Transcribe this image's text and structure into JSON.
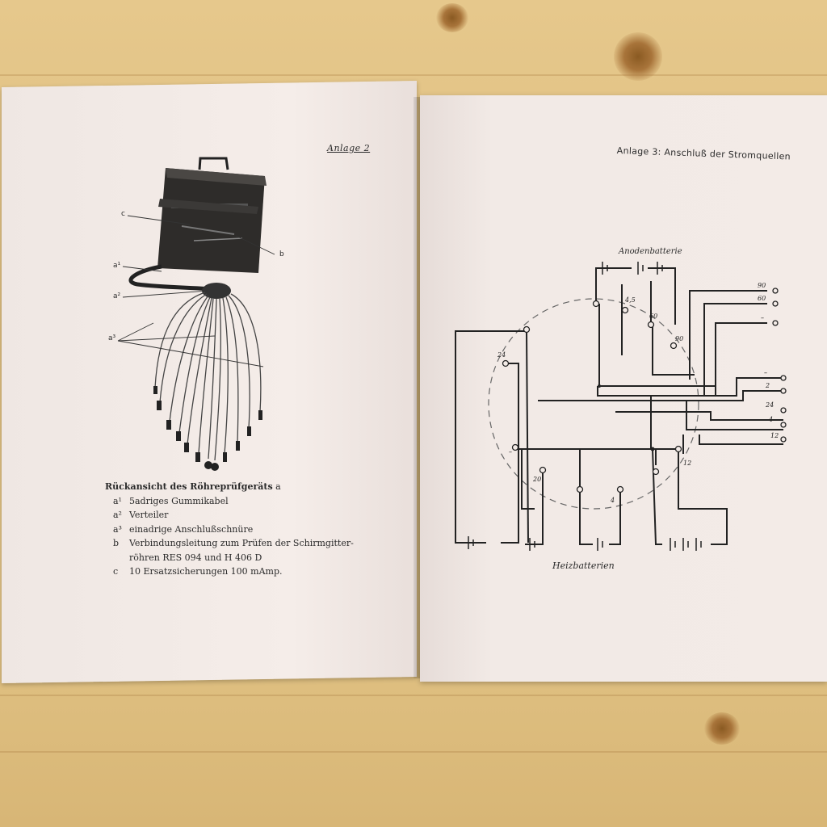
{
  "left_page": {
    "header": "Anlage 2",
    "callouts": {
      "c": "c",
      "b": "b",
      "a1": "a¹",
      "a2": "a²",
      "a3": "a³"
    },
    "caption": {
      "title": "Rückansicht des Röhreprüfgeräts",
      "title_suffix": "a",
      "items": [
        {
          "label": "a¹",
          "text": "5adriges Gummikabel"
        },
        {
          "label": "a²",
          "text": "Verteiler"
        },
        {
          "label": "a³",
          "text": "einadrige Anschlußschnüre"
        },
        {
          "label": "b",
          "text": "Verbindungsleitung zum Prüfen der Schirmgitter-"
        },
        {
          "label": "",
          "text": "röhren RES 094 und H 406 D"
        },
        {
          "label": "c",
          "text": "10 Ersatzsicherungen 100 mAmp."
        }
      ]
    }
  },
  "right_page": {
    "header": "Anlage 3: Anschluß der Stromquellen",
    "diagram": {
      "top_label": "Anodenbatterie",
      "bottom_label": "Heizbatterien",
      "terminal_labels": [
        "90",
        "60",
        "–",
        "–",
        "2",
        "24",
        "4",
        "12"
      ],
      "node_labels": [
        "4,5",
        "60",
        "90",
        "24",
        "–",
        "20",
        "4",
        "12"
      ]
    }
  }
}
